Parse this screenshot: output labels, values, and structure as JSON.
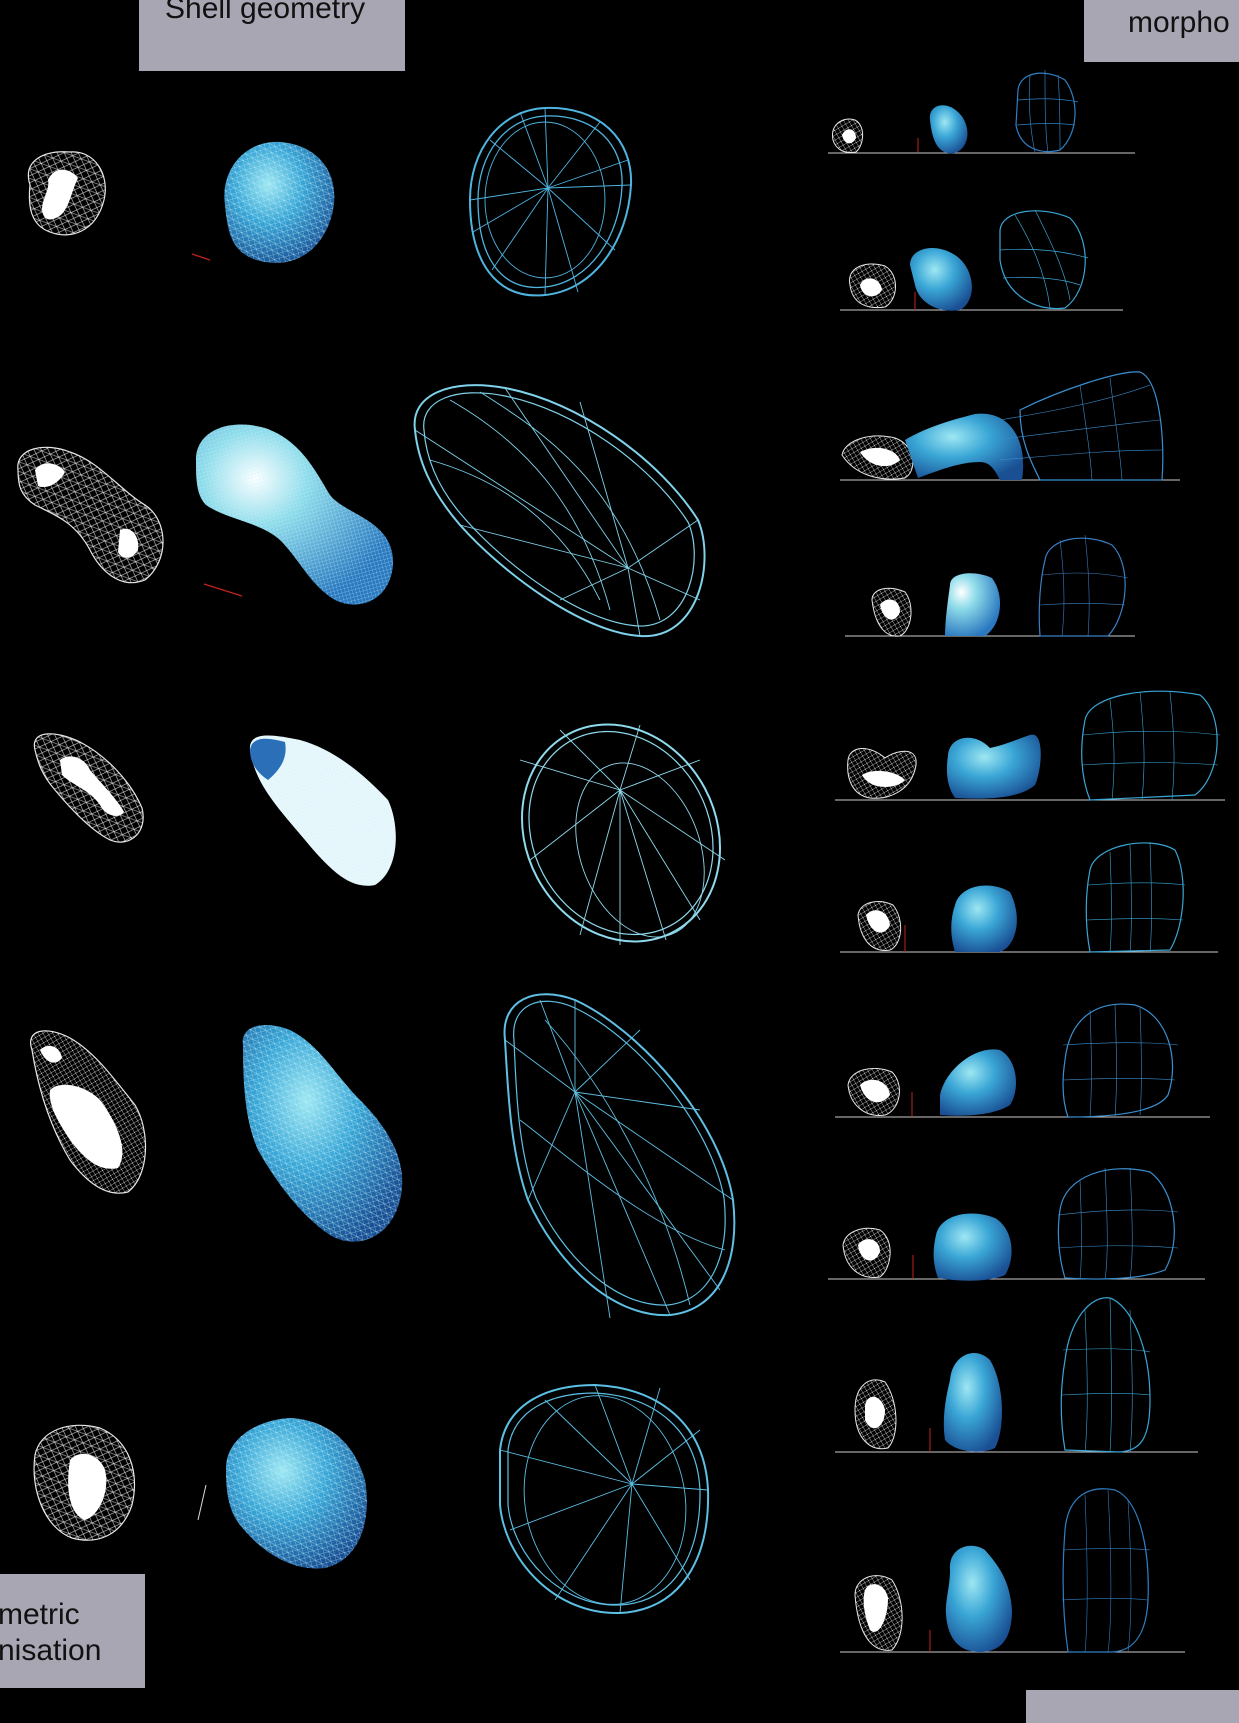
{
  "labels": {
    "shell_geometry": "Shell geometry",
    "morpho": "morpho",
    "parametrisation_line1": "metric",
    "parametrisation_line2": "nisation"
  },
  "colors": {
    "background": "#000000",
    "label_box": "#a9a6b3",
    "label_text": "#111111",
    "wire_white": "#e8e8e8",
    "shell_light": "#9ee7f2",
    "shell_mid": "#3aa6d6",
    "shell_dark": "#1a4f93",
    "scale_bar_red": "#c0231e",
    "baseline": "#cccccc"
  },
  "left_panel": {
    "row_count": 5,
    "columns": [
      "wireframe-cell",
      "shell-mesh",
      "parametric-shell"
    ]
  },
  "right_panel": {
    "row_count": 10,
    "columns": [
      "wireframe-cell",
      "shell-mesh",
      "parametric-shell"
    ]
  }
}
